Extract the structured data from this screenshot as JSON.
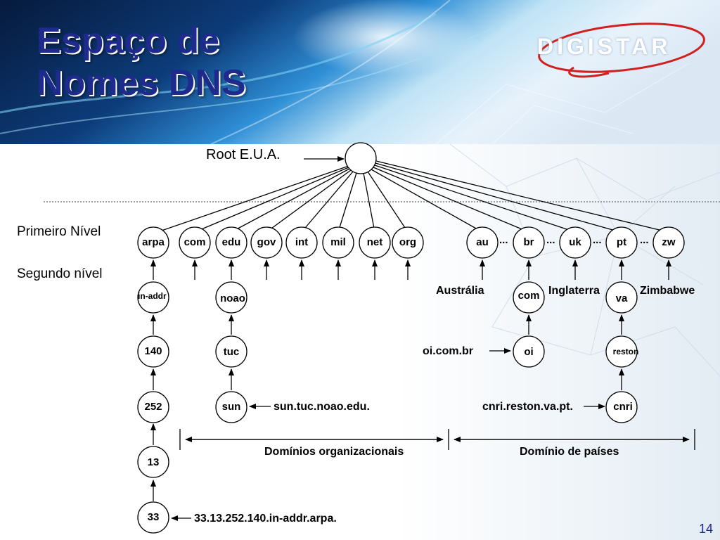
{
  "slide": {
    "title_line1": "Espaço de",
    "title_line2": "Nomes DNS",
    "logo": "DIGISTAR",
    "page_number": "14"
  },
  "labels": {
    "root": "Root E.U.A.",
    "primeiro": "Primeiro Nível",
    "segundo": "Segundo nível"
  },
  "tld": [
    "arpa",
    "com",
    "edu",
    "gov",
    "int",
    "mil",
    "net",
    "org",
    "au",
    "br",
    "uk",
    "pt",
    "zw"
  ],
  "ellipsis": "...",
  "nodes": {
    "in_addr": "in-addr",
    "n140": "140",
    "n252": "252",
    "n13": "13",
    "n33": "33",
    "noao": "noao",
    "tuc": "tuc",
    "sun": "sun",
    "br_com": "com",
    "oi": "oi",
    "va": "va",
    "reston": "reston",
    "cnri": "cnri"
  },
  "annotations": {
    "australia": "Austrália",
    "inglaterra": "Inglaterra",
    "zimbabwe": "Zimbabwe",
    "sun_fqdn": "sun.tuc.noao.edu.",
    "oi_fqdn": "oi.com.br",
    "cnri_fqdn": "cnri.reston.va.pt.",
    "arpa_fqdn": "33.13.252.140.in-addr.arpa.",
    "org_domains": "Domínios organizacionais",
    "country_domains": "Domínio de países"
  },
  "colors": {
    "title": "#1e2a8c",
    "banner_dark": "#0a2a5a",
    "banner_light": "#5fc4ee",
    "logo_swoosh": "#d02020"
  }
}
